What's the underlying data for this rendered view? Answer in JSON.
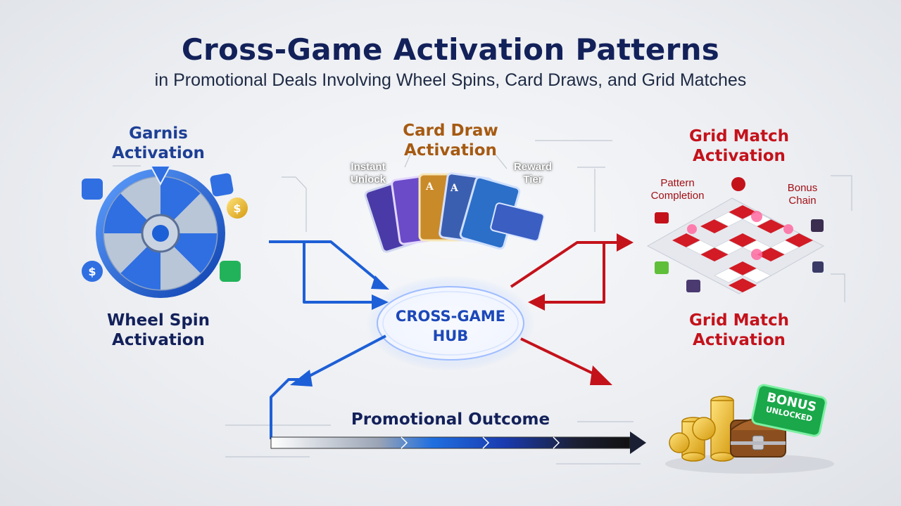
{
  "header": {
    "title": "Cross-Game Activation Patterns",
    "subtitle": "in Promotional Deals Involving Wheel Spins, Card Draws, and Grid Matches"
  },
  "wheel": {
    "top_label_line1": "Garnis",
    "top_label_line2": "Activation",
    "bottom_label_line1": "Wheel Spin",
    "bottom_label_line2": "Activation",
    "color": "#1d5fd6"
  },
  "cards": {
    "label_line1": "Card Draw",
    "label_line2": "Activation",
    "left_tag_line1": "Instant",
    "left_tag_line2": "Unlock",
    "right_tag_line1": "Reward",
    "right_tag_line2": "Tier",
    "color": "#a65a12"
  },
  "grid": {
    "top_label_line1": "Grid Match",
    "top_label_line2": "Activation",
    "bottom_label_line1": "Grid Match",
    "bottom_label_line2": "Activation",
    "left_tag_line1": "Pattern",
    "left_tag_line2": "Completion",
    "right_tag_line1": "Bonus",
    "right_tag_line2": "Chain",
    "color": "#c4121b"
  },
  "hub": {
    "line1": "CROSS-GAME",
    "line2": "HUB"
  },
  "outcome": {
    "label": "Promotional Outcome",
    "badge_line1": "BONUS",
    "badge_line2": "UNLOCKED",
    "badge_color": "#1aa84a"
  }
}
